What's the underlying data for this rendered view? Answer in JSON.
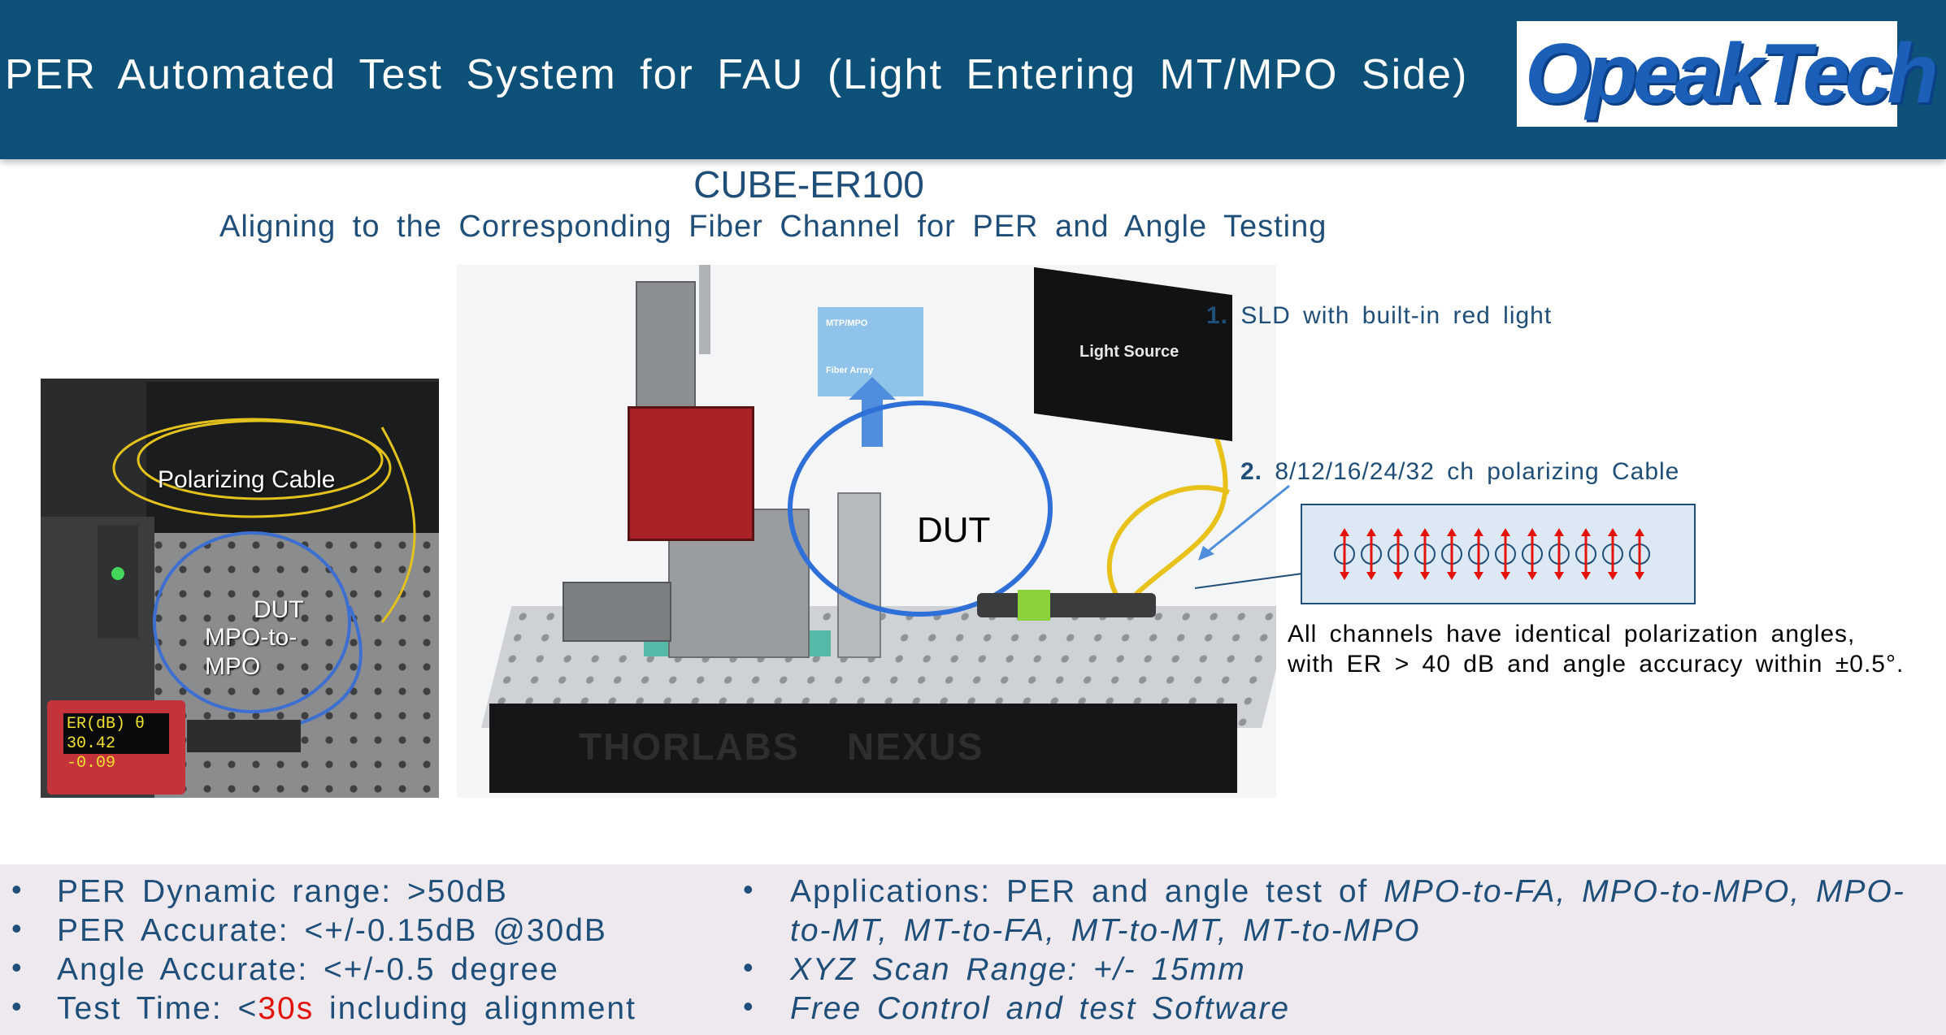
{
  "header": {
    "title": "PER Automated Test System for FAU (Light Entering MT/MPO Side)",
    "logo": "OpeakTech",
    "colors": {
      "band": "#0e5178",
      "logo": "#1b5fb8"
    }
  },
  "subtitle": {
    "model": "CUBE-ER100",
    "description": "Aligning to the Corresponding Fiber Channel for PER and Angle Testing"
  },
  "photo": {
    "labels": {
      "polarizing": "Polarizing Cable",
      "dut": "DUT",
      "mpo_line1": "MPO-to-",
      "mpo_line2": "MPO"
    },
    "screen": {
      "line1": "ER(dB)  θ",
      "line2": "30.42 -0.09"
    }
  },
  "render": {
    "dut": "DUT",
    "light_source": "Light Source",
    "mini_card": {
      "top": "MTP/MPO",
      "bottom": "Fiber Array"
    },
    "table_brand_1": "THORLABS",
    "table_brand_2": "NEXUS"
  },
  "annotations": {
    "item1_num": "1.",
    "item1_text": "SLD with built-in red light",
    "item2_num": "2.",
    "item2_text": "8/12/16/24/32 ch  polarizing Cable",
    "channel_count": 12,
    "note_line1": "All channels have identical polarization angles,",
    "note_line2": "with ER > 40 dB and angle accuracy within ±0.5°.",
    "colors": {
      "arrow": "#e3120b",
      "circle": "#1f4e79",
      "leader": "#4f8edc"
    }
  },
  "specs_left": {
    "bullet": "•",
    "items": [
      "PER Dynamic range: >50dB",
      "PER Accurate: <+/-0.15dB @30dB",
      "Angle Accurate: <+/-0.5 degree"
    ],
    "time_prefix": "Test Time:  <",
    "time_value": "30s",
    "time_suffix": " including alignment"
  },
  "specs_right": {
    "bullet": "•",
    "app_prefix": "Applications: PER and angle test of ",
    "app_italic_1": "MPO-to-FA, MPO-to-MPO, MPO-",
    "app_italic_2": "to-MT, MT-to-FA, MT-to-MT, MT-to-MPO",
    "scan": "XYZ Scan Range: +/- 15mm",
    "software": "Free Control and test Software"
  }
}
